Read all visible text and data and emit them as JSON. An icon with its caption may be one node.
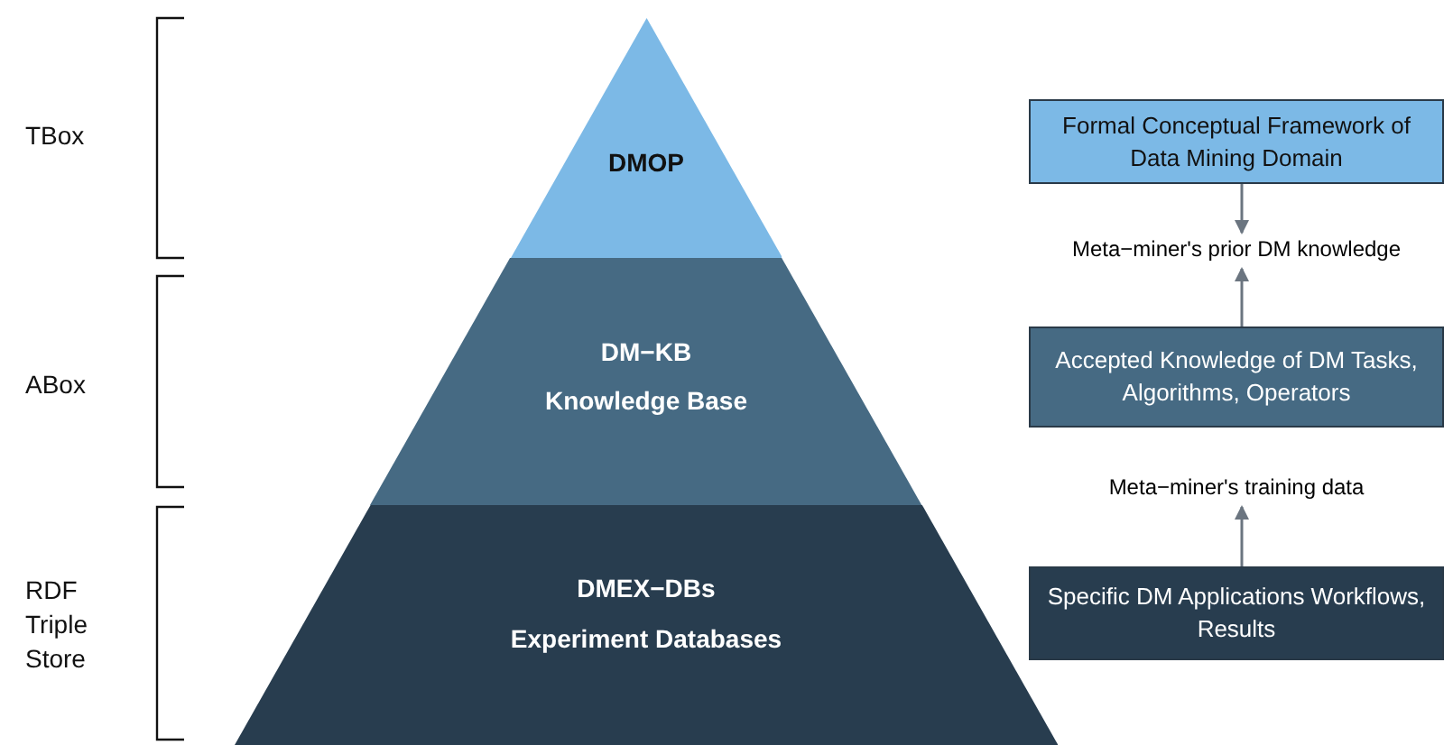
{
  "diagram": {
    "nodes": [
      {
        "text": [
          "DMOP"
        ]
      },
      {
        "text": [
          "DM−KB",
          "Knowledge Base"
        ]
      },
      {
        "text": [
          "DMEX−DBs",
          "Experiment Databases"
        ]
      },
      {
        "text": [
          "Formal Conceptual Framework of Data Mining Domain"
        ]
      },
      {
        "text": [
          "Meta−miner's prior DM knowledge"
        ]
      },
      {
        "text": [
          "Accepted Knowledge of DM Tasks, Algorithms, Operators"
        ]
      },
      {
        "text": [
          "Meta−miner's training data"
        ]
      },
      {
        "text": [
          "Specific DM Applications Workflows, Results"
        ]
      }
    ],
    "edges": [
      {
        "from": 3,
        "to": 4,
        "arrow": "to"
      },
      {
        "from": 5,
        "to": 4,
        "arrow": "to"
      },
      {
        "from": 7,
        "to": 6,
        "arrow": "to"
      }
    ],
    "labels": [
      "TBox",
      "ABox",
      "RDF Triple Store"
    ]
  }
}
